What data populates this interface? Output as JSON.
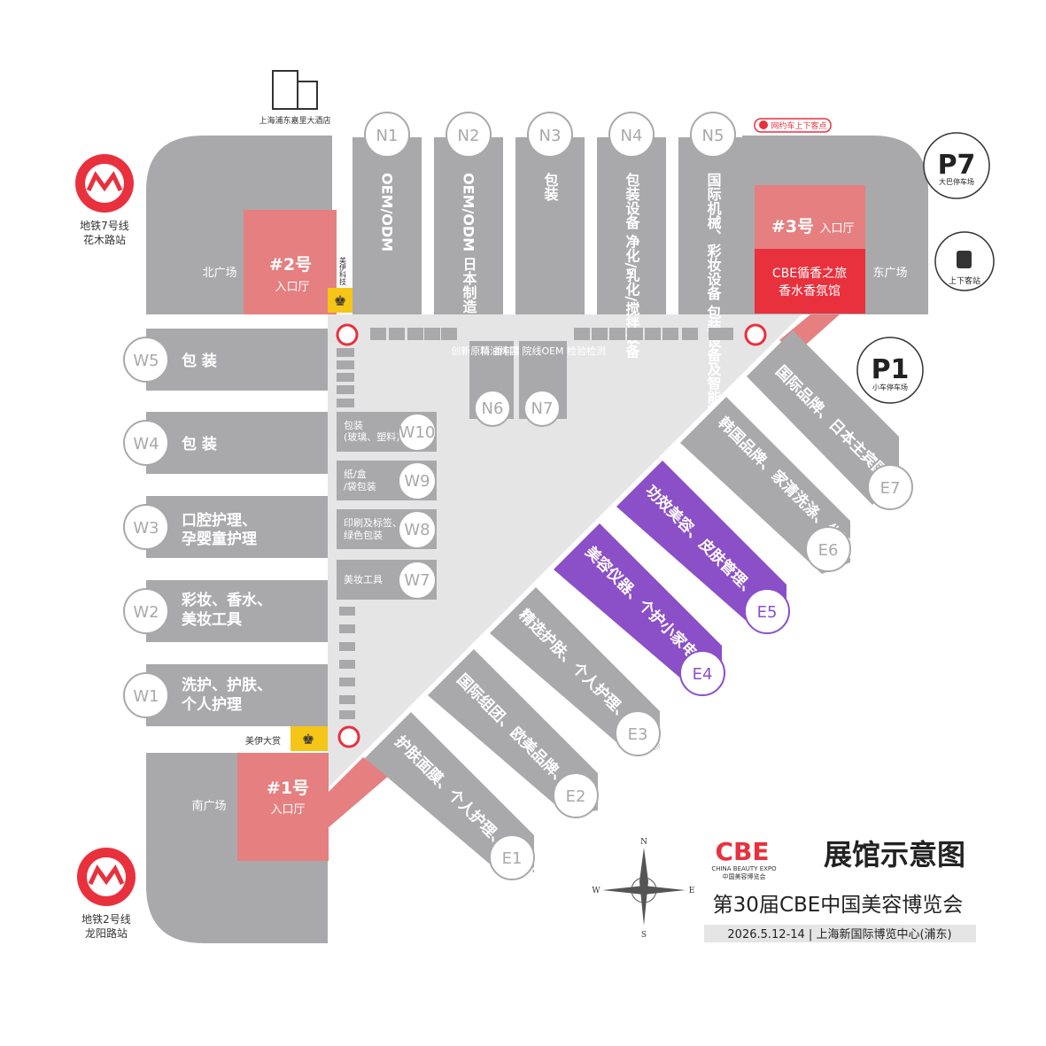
{
  "title": "展馆示意图",
  "subtitle": "第30届CBE中国美容博览会",
  "date_venue": "2026.5.12-14 | 上海新国际博览中心(浦东)",
  "logo": {
    "brand": "CBE",
    "en": "CHINA BEAUTY EXPO",
    "cn": "中国美容博览会"
  },
  "compass": {
    "n": "N",
    "s": "S",
    "e": "E",
    "w": "W"
  },
  "colors": {
    "hall": "#a9a9ab",
    "entrance": "#e57f80",
    "red": "#e8313d",
    "purple": "#8b4fc7",
    "yellow": "#f5c518",
    "plaza": "#e5e5e6"
  },
  "hotel": "上海浦东嘉里大酒店",
  "metro7": {
    "line": "地铁7号线",
    "station": "花木路站"
  },
  "metro2": {
    "line": "地铁2号线",
    "station": "龙阳路站"
  },
  "p7": {
    "code": "P7",
    "label": "大巴停车场"
  },
  "p1": {
    "code": "P1",
    "label": "小车停车场"
  },
  "bus_stop": "上下客站",
  "rideshare": "网约车上下客点",
  "plazas": {
    "north": "北广场",
    "east": "东广场",
    "south": "南广场"
  },
  "entrances": {
    "e1": {
      "code": "#1号",
      "label": "入口厅"
    },
    "e2": {
      "code": "#2号",
      "label": "入口厅"
    },
    "e3": {
      "code": "#3号",
      "label": "入口厅"
    }
  },
  "cbe_hall": {
    "line1": "CBE循香之旅",
    "line2": "香水香氛馆"
  },
  "meiyi_tech": "美伊科技",
  "meiyi_award": "美伊大赏",
  "north_halls": [
    {
      "id": "N1",
      "label": "OEM/ODM"
    },
    {
      "id": "N2",
      "label": "OEM/ODM 日本制造"
    },
    {
      "id": "N3",
      "label": "包装"
    },
    {
      "id": "N4",
      "label": "包装设备 净化/乳化/搅拌设备"
    },
    {
      "id": "N5",
      "label": "国际机械、彩妆设备 包装设备及智能整线"
    }
  ],
  "n6": {
    "id": "N6",
    "label": "创新原料 香料香精"
  },
  "n7": {
    "id": "N7",
    "label": "精油纯露 院线OEM 检验检测"
  },
  "west_halls": [
    {
      "id": "W5",
      "line1": "包 装",
      "line2": ""
    },
    {
      "id": "W4",
      "line1": "包 装",
      "line2": ""
    },
    {
      "id": "W3",
      "line1": "口腔护理、",
      "line2": "孕婴童护理"
    },
    {
      "id": "W2",
      "line1": "彩妆、香水、",
      "line2": "美妆工具"
    },
    {
      "id": "W1",
      "line1": "洗护、护肤、",
      "line2": "个人护理"
    }
  ],
  "inner_west_halls": [
    {
      "id": "W10",
      "line1": "包装",
      "line2": "(玻璃、塑料)"
    },
    {
      "id": "W9",
      "line1": "纸/盒",
      "line2": "/袋包装"
    },
    {
      "id": "W8",
      "line1": "印刷及标签、",
      "line2": "绿色包装"
    },
    {
      "id": "W7",
      "line1": "美妆工具",
      "line2": ""
    }
  ],
  "east_halls": [
    {
      "id": "E7",
      "label": "国际品牌、日本主宾国"
    },
    {
      "id": "E6",
      "label": "韩国品牌、家清洗涤、生活用纸"
    },
    {
      "id": "E5",
      "label": "功效美容、皮肤管理、大健康、美甲美睫纹绣"
    },
    {
      "id": "E4",
      "label": "美容仪器、个护小家电、高端院线产品"
    },
    {
      "id": "E3",
      "label": "精选护肤、个人护理、口服美容品"
    },
    {
      "id": "E2",
      "label": "国际组团、欧美品牌、"
    },
    {
      "id": "E1",
      "label": "护肤面膜、个人护理、男士护理"
    }
  ]
}
